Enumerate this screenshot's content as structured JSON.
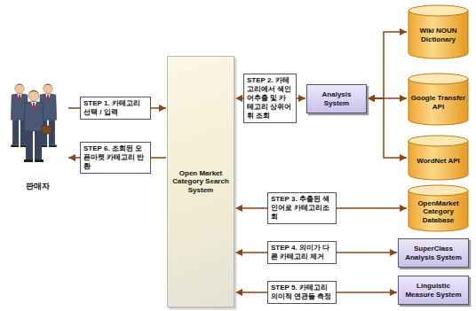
{
  "diagram": {
    "nodes": [
      {
        "text": [
          "판매자"
        ]
      },
      {
        "text": [
          "Open Market Category Search System"
        ]
      },
      {
        "text": [
          "Analysis System"
        ]
      },
      {
        "text": [
          "Wiki NOUN Dictionary"
        ]
      },
      {
        "text": [
          "Google Transfer API"
        ]
      },
      {
        "text": [
          "WordNet API"
        ]
      },
      {
        "text": [
          "OpenMarket Category Database"
        ]
      },
      {
        "text": [
          "SuperClass Analysis System"
        ]
      },
      {
        "text": [
          "Linguistic Measure System"
        ]
      }
    ],
    "edges": [
      {
        "from": 0,
        "to": 1,
        "arrow": "to",
        "label": "STEP 1. 카테고리 선택 / 입력"
      },
      {
        "from": 1,
        "to": 2,
        "arrow": "both",
        "label": "STEP 2. 카테고리에서 색인어추출 및 카테고리 상위어휘 조회"
      },
      {
        "from": 2,
        "to": 3,
        "arrow": "both"
      },
      {
        "from": 2,
        "to": 4,
        "arrow": "both"
      },
      {
        "from": 2,
        "to": 5,
        "arrow": "both"
      },
      {
        "from": 1,
        "to": 6,
        "arrow": "both",
        "label": "STEP 3. 추출된 색인어로 카테고리조회"
      },
      {
        "from": 1,
        "to": 7,
        "arrow": "both",
        "label": "STEP 4. 의미가 다른 카테고리 제거"
      },
      {
        "from": 1,
        "to": 8,
        "arrow": "both",
        "label": "STEP 5. 카테고리 의미적 연관들 측정"
      },
      {
        "from": 1,
        "to": 0,
        "arrow": "to",
        "label": "STEP 6. 조회된 오픈마켓 카테고리 반환"
      }
    ]
  }
}
